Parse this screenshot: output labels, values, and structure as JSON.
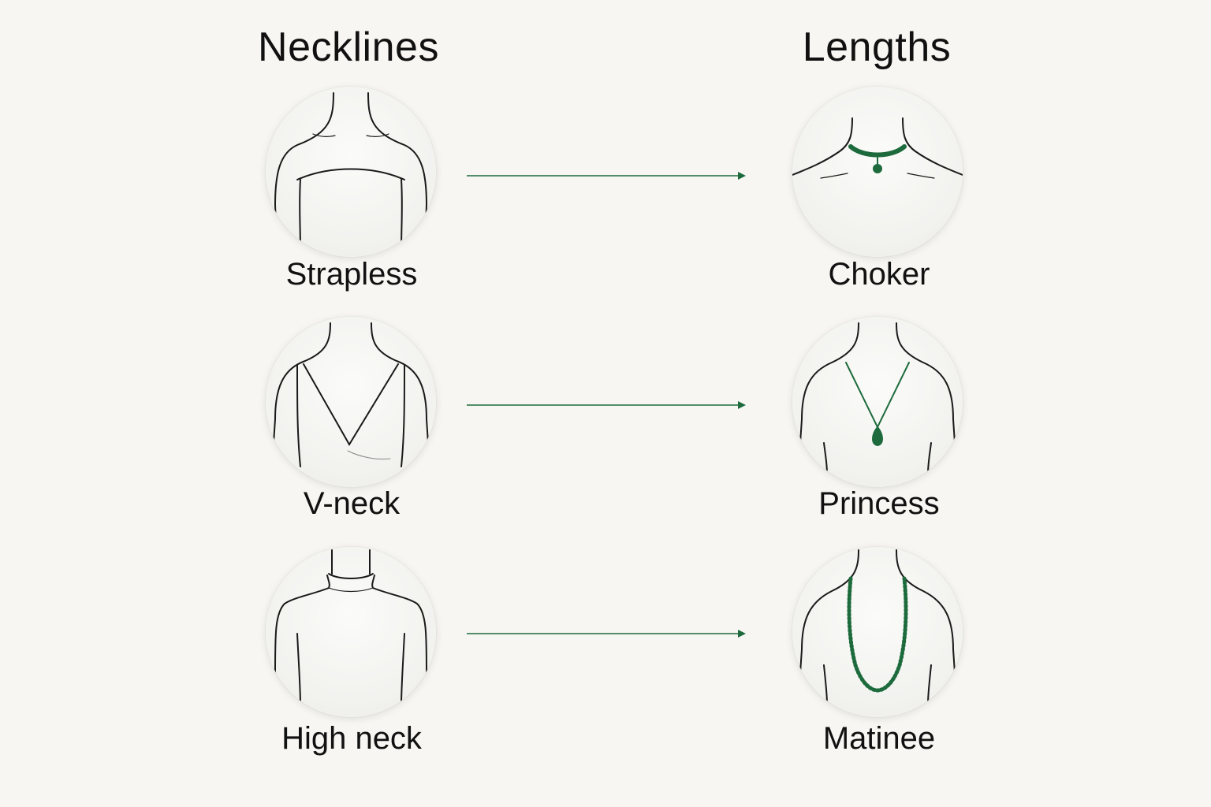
{
  "headings": {
    "left": "Necklines",
    "right": "Lengths"
  },
  "rows": [
    {
      "neckline": "Strapless",
      "length": "Choker"
    },
    {
      "neckline": "V-neck",
      "length": "Princess"
    },
    {
      "neckline": "High neck",
      "length": "Matinee"
    }
  ],
  "colors": {
    "background": "#f7f6f2",
    "necklace": "#1d6b3c",
    "line": "#1a1a1a",
    "arrow": "#1d6b3c"
  },
  "icons": {
    "strapless": "strapless-neckline-icon",
    "vneck": "v-neck-neckline-icon",
    "highneck": "high-neck-neckline-icon",
    "choker": "choker-necklace-icon",
    "princess": "princess-necklace-icon",
    "matinee": "matinee-necklace-icon"
  }
}
